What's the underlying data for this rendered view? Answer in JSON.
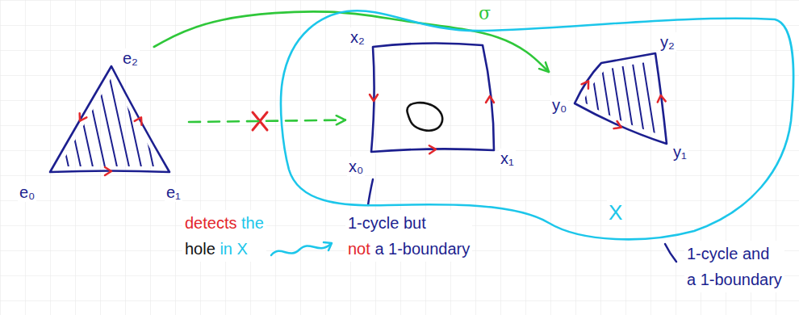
{
  "diagram": {
    "nodes": [
      {
        "text": [
          "e₂",
          "e₀",
          "e₁"
        ]
      },
      {
        "text": [
          "X"
        ]
      },
      {
        "text": [
          "x₂",
          "x₀",
          "x₁"
        ],
        "in": 1
      },
      {
        "text": [
          "y₂",
          "y₀",
          "y₁"
        ],
        "in": 1
      }
    ],
    "edges": [
      {
        "from": 0,
        "to": 3,
        "arrow": "to",
        "label": "σ"
      },
      {
        "from": 0,
        "to": 2,
        "arrow": "to"
      }
    ],
    "labels": [
      "detects the hole in X",
      "1-cycle but not a 1-boundary",
      "1-cycle and a 1-boundary"
    ]
  }
}
